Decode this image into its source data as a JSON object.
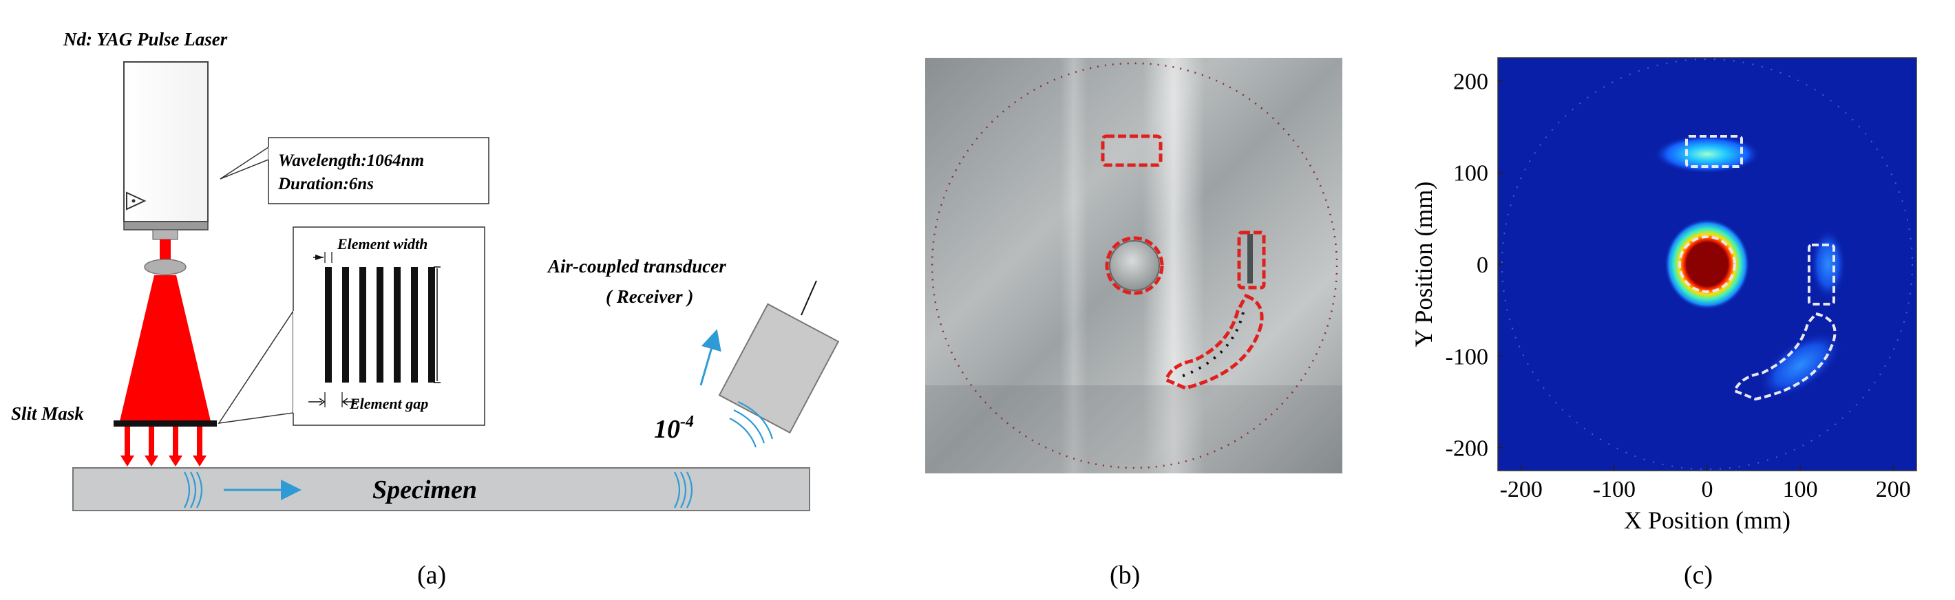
{
  "panel_a": {
    "laser_title": "Nd: YAG Pulse Laser",
    "wavelength": "Wavelength:1064nm",
    "duration": "Duration:6ns",
    "element_width": "Element width",
    "element_gap": "Element gap",
    "slit_mask": "Slit Mask",
    "transducer_line1": "Air-coupled transducer",
    "transducer_line2": "( Receiver )",
    "exponent_base": "10",
    "exponent_power": "-4",
    "specimen": "Specimen",
    "caption": "(a)"
  },
  "panel_b": {
    "caption": "(b)"
  },
  "panel_c": {
    "caption": "(c)",
    "xlabel": "X Position (mm)",
    "ylabel": "Y Position (mm)",
    "x_ticks": [
      "-200",
      "-100",
      "0",
      "100",
      "200"
    ],
    "y_ticks": [
      "200",
      "100",
      "0",
      "-100",
      "-200"
    ]
  },
  "colors": {
    "laser_red": "#ff0000",
    "arrow_blue": "#2e9bd6",
    "dashed_red": "#e0201c",
    "heatmap_bg": "#0a1fa8"
  },
  "chart_data": {
    "type": "heatmap",
    "xlabel": "X Position (mm)",
    "ylabel": "Y Position (mm)",
    "xlim": [
      -225,
      225
    ],
    "ylim": [
      -225,
      225
    ],
    "x_ticks": [
      -200,
      -100,
      0,
      100,
      200
    ],
    "y_ticks": [
      200,
      100,
      0,
      -100,
      -200
    ],
    "hotspots": [
      {
        "x": 0,
        "y": 0,
        "intensity": 1.0
      },
      {
        "x": 0,
        "y": 120,
        "intensity": 0.55
      },
      {
        "x": 130,
        "y": 0,
        "intensity": 0.4
      },
      {
        "x": 100,
        "y": -110,
        "intensity": 0.4
      }
    ]
  }
}
